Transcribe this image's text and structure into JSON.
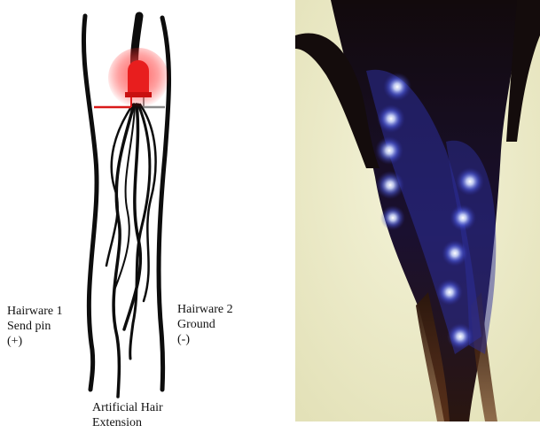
{
  "labels": {
    "hairware1": [
      "Hairware 1",
      "Send pin",
      "(+)"
    ],
    "hairware2": [
      "Hairware 2",
      "Ground",
      "(-)"
    ],
    "extension": [
      "Artificial Hair",
      "Extension"
    ]
  },
  "colors": {
    "led_red": "#e81e1e",
    "wire_red": "#d91a1a",
    "wire_gray": "#8a8a8a",
    "hair_black": "#0d0d0d",
    "photo_background": "#ecebc9",
    "led_glow": "#9fb4ff"
  }
}
